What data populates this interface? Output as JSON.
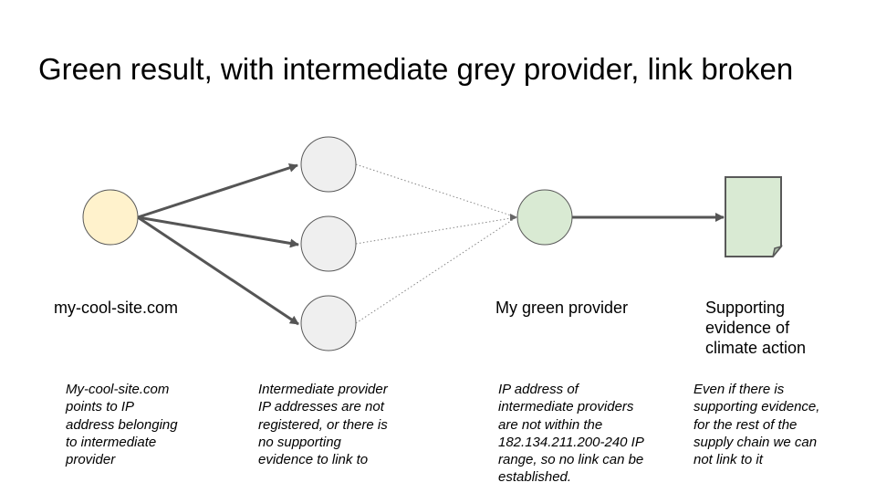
{
  "title": "Green result, with intermediate grey provider, link broken",
  "labels": {
    "site": "my-cool-site.com",
    "green_provider": "My green provider",
    "evidence": [
      "Supporting",
      "evidence of",
      "climate action"
    ]
  },
  "notes": {
    "site": [
      "My-cool-site.com",
      "points to IP",
      "address belonging",
      "to intermediate",
      "provider"
    ],
    "intermediate": [
      "Intermediate provider",
      "IP addresses are not",
      "registered, or there is",
      "no supporting",
      "evidence to link to"
    ],
    "green": [
      "IP address of",
      "intermediate providers",
      "are not within the",
      "182.134.211.200-240 IP",
      "range, so no link can be",
      "established."
    ],
    "evidence": [
      "Even if there is",
      "supporting evidence,",
      "for the rest of the",
      "supply chain we can",
      "not link to it"
    ]
  },
  "colors": {
    "site_node_fill": "#fff2cc",
    "intermediate_node_fill": "#efefef",
    "green_node_fill": "#d9ead3",
    "document_fill": "#d9ead3",
    "stroke": "#595959",
    "edge": "#555555",
    "dotted_edge": "#888888"
  },
  "icons": {
    "evidence_document": "document-icon"
  },
  "edges": [
    {
      "from": "site",
      "to": "intermediate-1",
      "style": "solid-arrow"
    },
    {
      "from": "site",
      "to": "intermediate-2",
      "style": "solid-arrow"
    },
    {
      "from": "site",
      "to": "intermediate-3",
      "style": "solid-arrow"
    },
    {
      "from": "intermediate-1",
      "to": "green-provider",
      "style": "dotted"
    },
    {
      "from": "intermediate-2",
      "to": "green-provider",
      "style": "dotted"
    },
    {
      "from": "intermediate-3",
      "to": "green-provider",
      "style": "dotted"
    },
    {
      "from": "green-provider",
      "to": "evidence-document",
      "style": "solid-arrow"
    }
  ]
}
